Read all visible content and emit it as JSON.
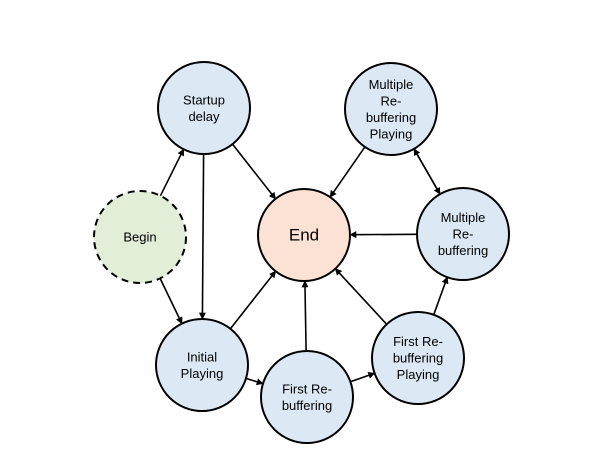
{
  "colors": {
    "state_fill": "#dce9f5",
    "begin_fill": "#e3eed8",
    "end_fill": "#fbe2d4",
    "stroke": "#000000"
  },
  "nodes": {
    "startup": {
      "lines": [
        "Startup",
        "delay"
      ]
    },
    "begin": {
      "lines": [
        "Begin"
      ]
    },
    "initial": {
      "lines": [
        "Initial",
        "Playing"
      ]
    },
    "first_rebuf": {
      "lines": [
        "First Re-",
        "buffering"
      ]
    },
    "first_rebuf_playing": {
      "lines": [
        "First Re-",
        "buffering",
        "Playing"
      ]
    },
    "end": {
      "lines": [
        "End"
      ]
    },
    "multi_rebuf_playing": {
      "lines": [
        "Multiple",
        "Re-",
        "buffering",
        "Playing"
      ]
    },
    "multi_rebuf": {
      "lines": [
        "Multiple",
        "Re-",
        "buffering"
      ]
    }
  },
  "edges": [
    {
      "from": "begin",
      "to": "startup"
    },
    {
      "from": "begin",
      "to": "initial"
    },
    {
      "from": "startup",
      "to": "initial"
    },
    {
      "from": "startup",
      "to": "end"
    },
    {
      "from": "initial",
      "to": "end"
    },
    {
      "from": "initial",
      "to": "first_rebuf"
    },
    {
      "from": "first_rebuf",
      "to": "end"
    },
    {
      "from": "first_rebuf",
      "to": "first_rebuf_playing"
    },
    {
      "from": "first_rebuf_playing",
      "to": "end"
    },
    {
      "from": "first_rebuf_playing",
      "to": "multi_rebuf"
    },
    {
      "from": "multi_rebuf",
      "to": "end"
    },
    {
      "from": "multi_rebuf",
      "to": "multi_rebuf_playing"
    },
    {
      "from": "multi_rebuf_playing",
      "to": "multi_rebuf"
    },
    {
      "from": "multi_rebuf_playing",
      "to": "end"
    }
  ]
}
